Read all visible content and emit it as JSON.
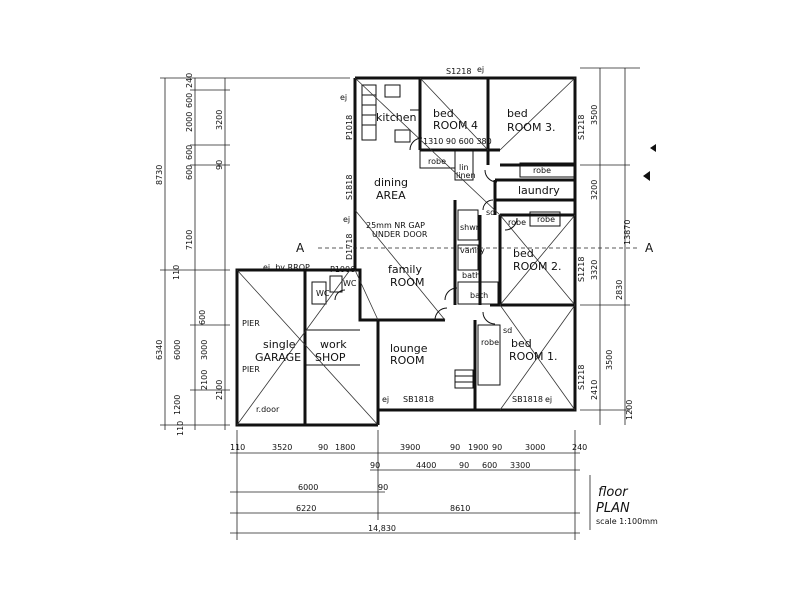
{
  "rooms": {
    "kitchen": "kitchen",
    "bed4_l1": "bed",
    "bed4_l2": "ROOM 4",
    "bed3_l1": "bed",
    "bed3_l2": "ROOM 3.",
    "dining_l1": "dining",
    "dining_l2": "AREA",
    "laundry": "laundry",
    "bed2_l1": "bed",
    "bed2_l2": "ROOM 2.",
    "family_l1": "family",
    "family_l2": "ROOM",
    "garage_l1": "single",
    "garage_l2": "GARAGE",
    "work_l1": "work",
    "work_l2": "SHOP",
    "lounge_l1": "lounge",
    "lounge_l2": "ROOM",
    "bed1_l1": "bed",
    "bed1_l2": "ROOM 1.",
    "bath": "bath",
    "wc": "WC",
    "lin": "lin",
    "linen": "linen"
  },
  "fixtures": {
    "robe1": "robe",
    "robe2": "robe",
    "robe3": "robe",
    "robe4": "robe",
    "robe5": "robe",
    "bath_vanity": "vanity",
    "bath_shower": "shwr",
    "bath_bath": "bath",
    "wc_small": "WC",
    "dining_note1": "25mm NR GAP",
    "dining_note2": "UNDER DOOR",
    "pier1": "PIER",
    "pier2": "PIER",
    "rdoor": "r.door",
    "ej_top": "ej",
    "ej_left": "ej",
    "ej_left2": "ej",
    "ej_garage": "ej, by RROP",
    "ej_bottom1": "ej",
    "ej_bottom2": "ej",
    "sd1": "sd",
    "sd2": "sd"
  },
  "sections": {
    "left_a": "A",
    "right_a": "A"
  },
  "window_codes": {
    "top": "S1218",
    "kitchen": "P1018",
    "dining": "S1818",
    "family": "D1718",
    "bed3": "S1218",
    "bed2": "S1218",
    "garage_door": "P1006",
    "bottom_left": "SB1818",
    "bottom_right": "SB1818",
    "bed1_side": "S1218"
  },
  "dims_top_inner": "1310  90  600  380",
  "dims_left": {
    "overall": "8730",
    "d1": "240",
    "d2": "600",
    "d3": "2000",
    "d4": "3200",
    "d5": "600",
    "d6": "90",
    "d7": "600",
    "d8": "7100",
    "d9": "110",
    "d10": "6340",
    "d11": "6000",
    "d12": "3000",
    "d13": "2100",
    "d14": "1200",
    "d15": "600",
    "d16": "110",
    "d17": "2100"
  },
  "dims_right": {
    "d1": "3500",
    "d2": "3200",
    "d3": "3320",
    "d4": "13870",
    "d5": "2830",
    "d6": "3500",
    "d7": "1200",
    "d8": "2410"
  },
  "dims_bottom_row1": [
    "110",
    "3520",
    "90",
    "1800",
    "3900",
    "90",
    "1900",
    "90",
    "3000",
    "240"
  ],
  "dims_bottom_row2": [
    "90",
    "4400",
    "90",
    "600",
    "3300"
  ],
  "dims_bottom_row3": [
    "6000",
    "90"
  ],
  "dims_bottom_row4": [
    "6220",
    "8610"
  ],
  "dims_bottom_row5": "14,830",
  "title": {
    "line1": "floor",
    "line2": "PLAN",
    "scale": "scale 1:100mm"
  }
}
